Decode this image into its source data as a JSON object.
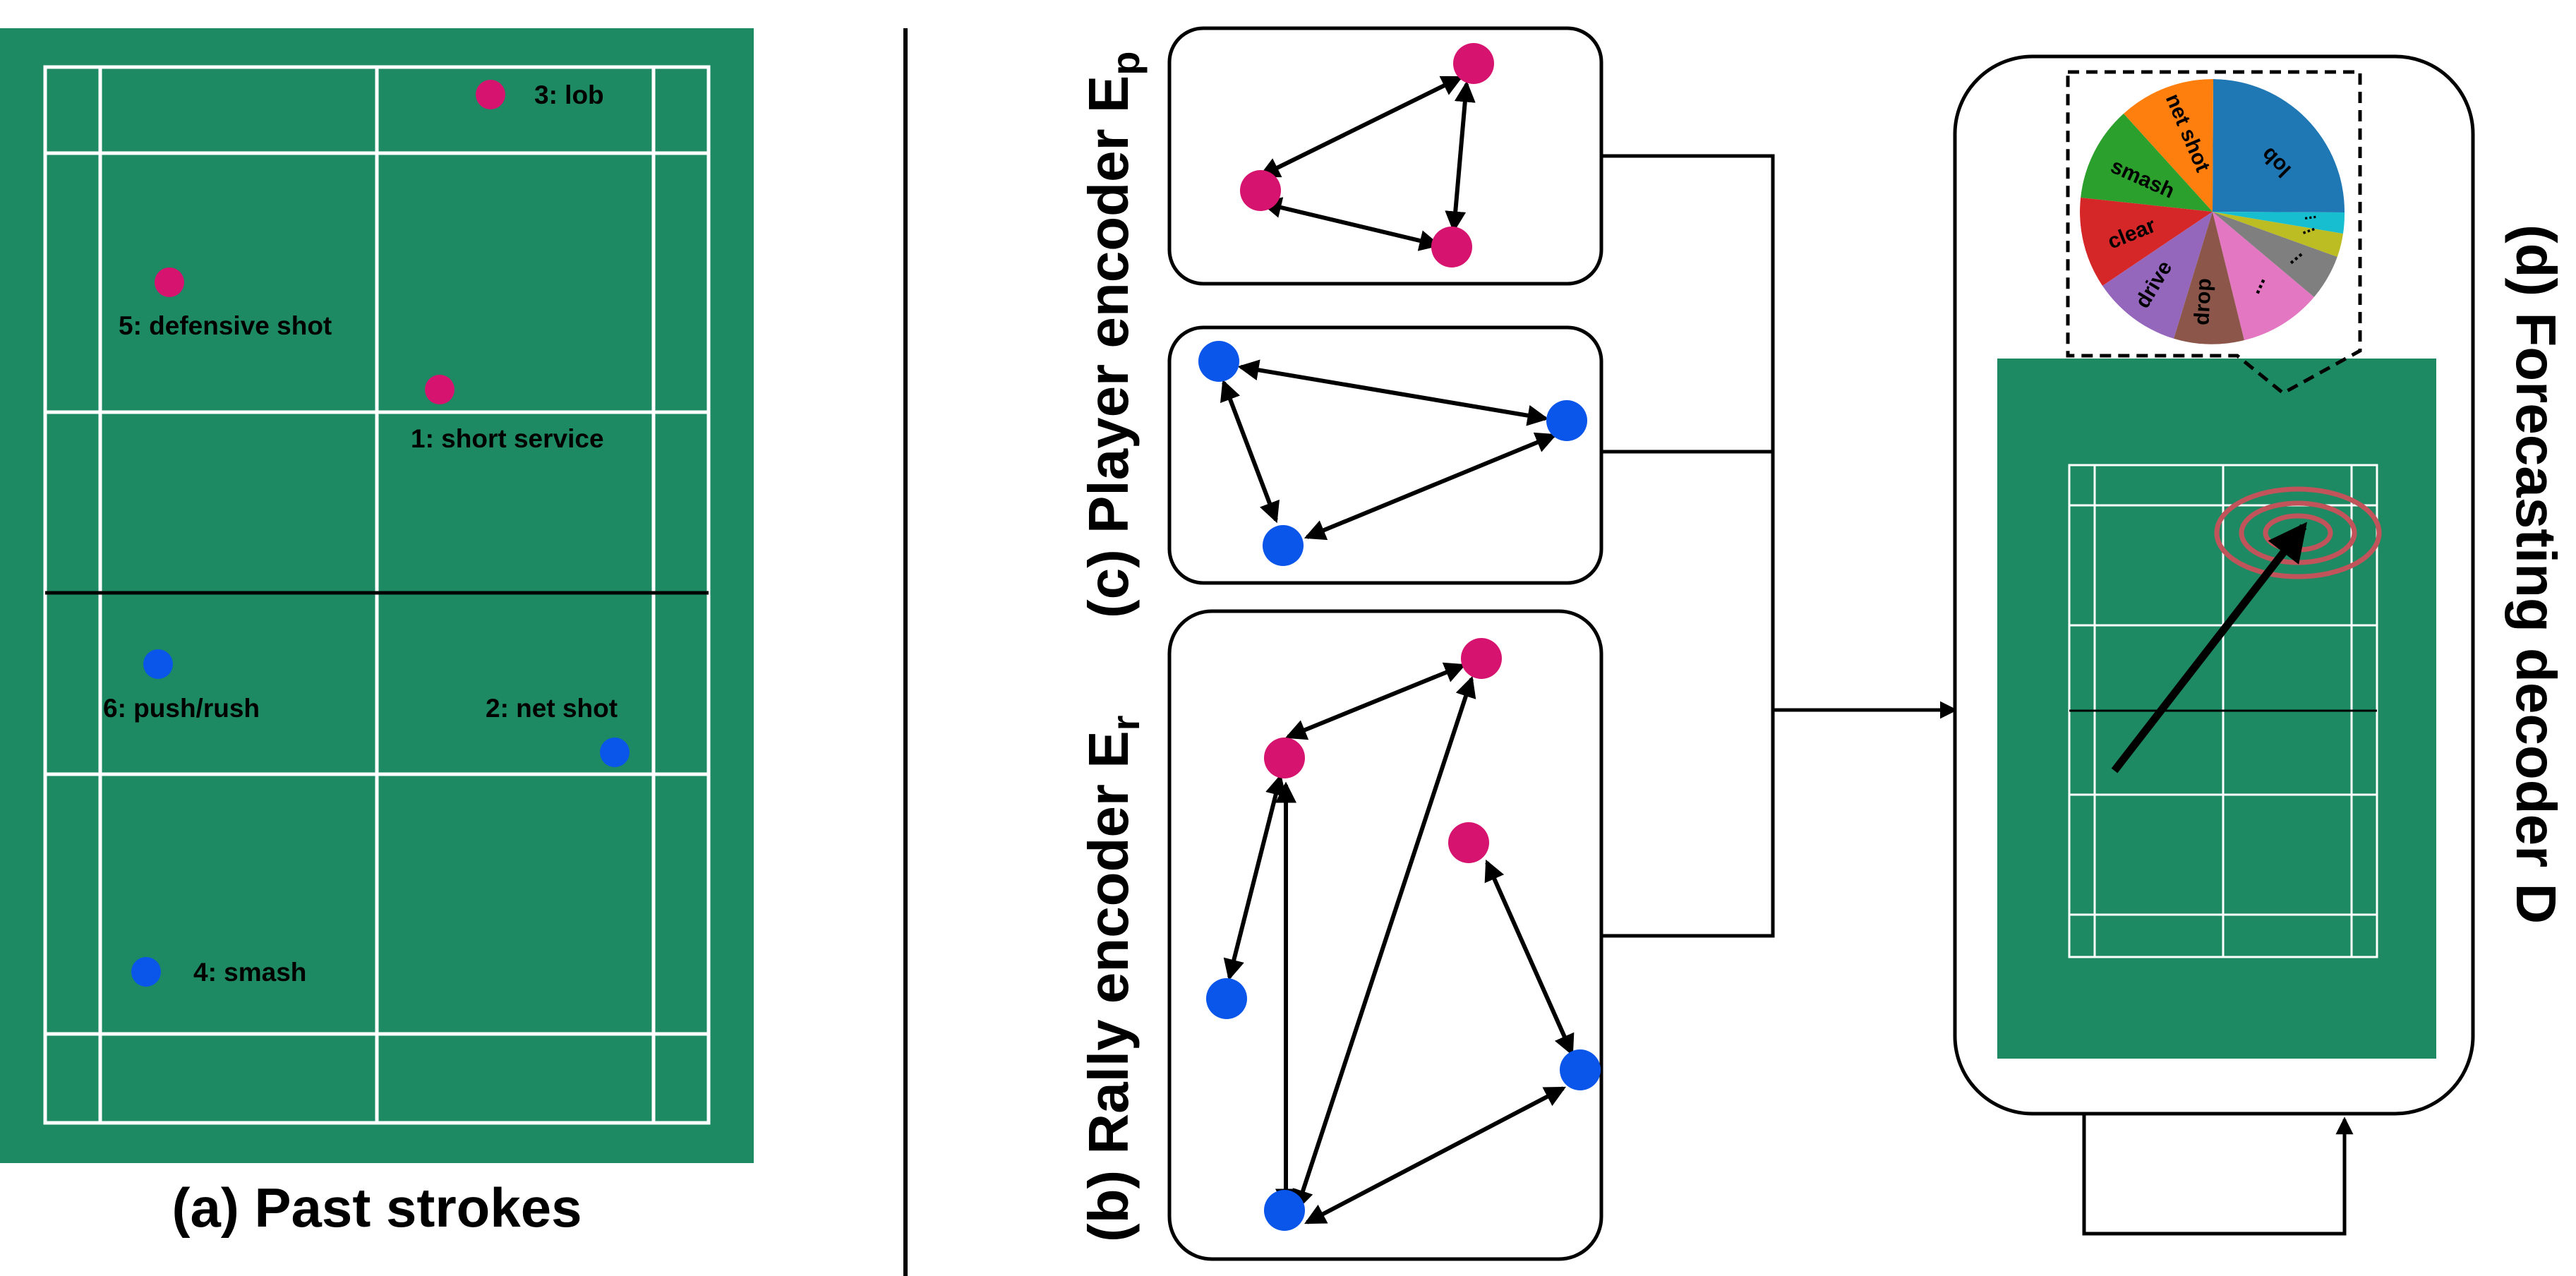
{
  "panel_a": {
    "caption": "(a) Past strokes",
    "strokes": [
      {
        "label": "1: short service",
        "player": "A"
      },
      {
        "label": "2: net shot",
        "player": "B"
      },
      {
        "label": "3: lob",
        "player": "A"
      },
      {
        "label": "4: smash",
        "player": "B"
      },
      {
        "label": "5: defensive shot",
        "player": "A"
      },
      {
        "label": "6: push/rush",
        "player": "B"
      }
    ]
  },
  "panel_b": {
    "title": "(b) Rally encoder E",
    "sub": "r"
  },
  "panel_c": {
    "title": "(c) Player encoder E",
    "sub": "p"
  },
  "panel_d": {
    "title": "(d) Forecasting decoder D",
    "shot_types": [
      "lob",
      "net shot",
      "smash",
      "clear",
      "drive",
      "drop",
      "...",
      "...",
      "...",
      "..."
    ]
  },
  "colors": {
    "court": "#1e8a64",
    "court_lines": "#ffffff",
    "player_a": "#d6136e",
    "player_b": "#0a55ea",
    "target_rings": "#c0545a",
    "pie": [
      "#1f77b4",
      "#ff7f0e",
      "#2ca02c",
      "#d62728",
      "#9467bd",
      "#8c564b",
      "#e377c2",
      "#7f7f7f",
      "#bcbd22",
      "#17becf"
    ]
  }
}
